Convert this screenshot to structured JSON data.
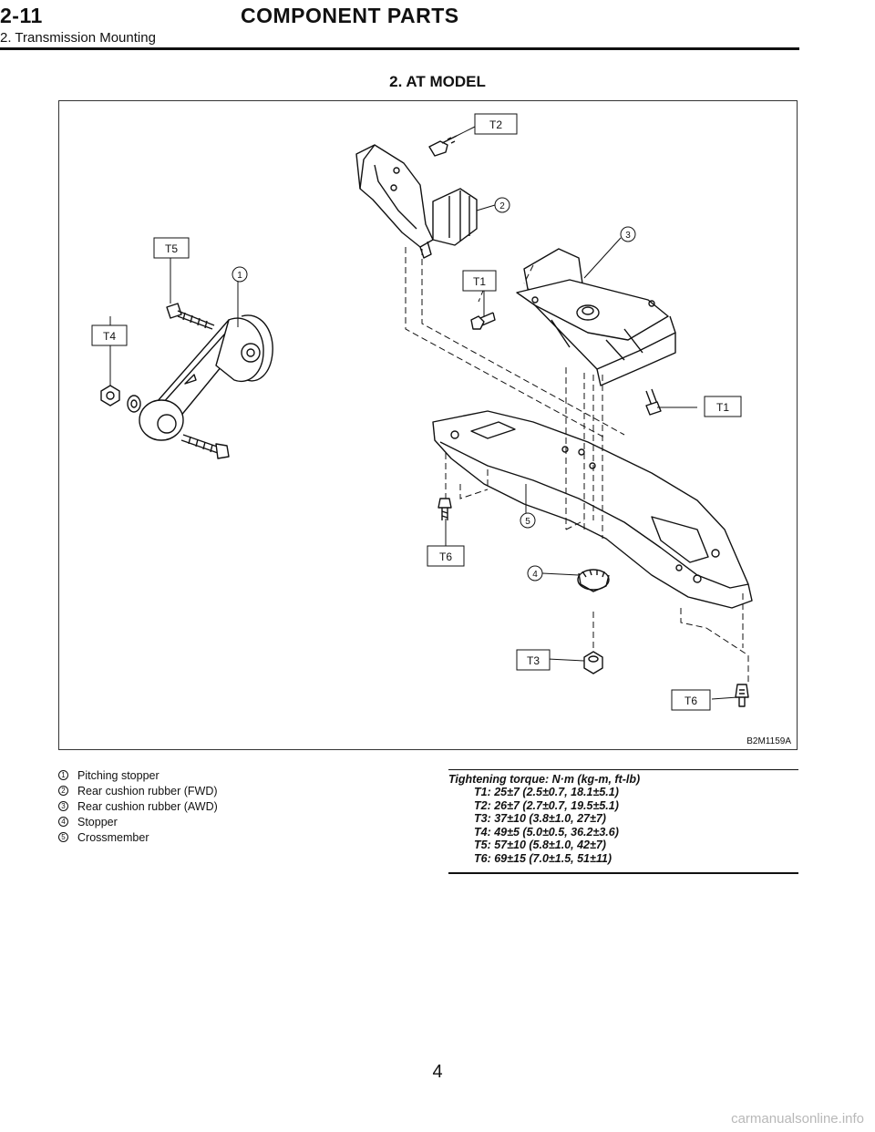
{
  "header": {
    "page_code": "2-11",
    "section_title": "COMPONENT PARTS",
    "subsection": "2. Transmission Mounting"
  },
  "model_title": "2. AT MODEL",
  "figure": {
    "code": "B2M1159A",
    "labels": {
      "t1a": "T1",
      "t1b": "T1",
      "t2": "T2",
      "t3": "T3",
      "t4": "T4",
      "t5": "T5",
      "t6a": "T6",
      "t6b": "T6",
      "n1": "1",
      "n2": "2",
      "n3": "3",
      "n4": "4",
      "n5": "5"
    }
  },
  "legend": [
    {
      "num": "1",
      "text": "Pitching stopper"
    },
    {
      "num": "2",
      "text": "Rear cushion rubber (FWD)"
    },
    {
      "num": "3",
      "text": "Rear cushion rubber (AWD)"
    },
    {
      "num": "4",
      "text": "Stopper"
    },
    {
      "num": "5",
      "text": "Crossmember"
    }
  ],
  "torque": {
    "heading": "Tightening torque: N·m (kg-m, ft-lb)",
    "lines": [
      "T1: 25±7 (2.5±0.7, 18.1±5.1)",
      "T2: 26±7 (2.7±0.7, 19.5±5.1)",
      "T3: 37±10 (3.8±1.0, 27±7)",
      "T4: 49±5 (5.0±0.5, 36.2±3.6)",
      "T5: 57±10 (5.8±1.0, 42±7)",
      "T6: 69±15 (7.0±1.5, 51±11)"
    ]
  },
  "page_number": "4",
  "watermark": "carmanualsonline.info"
}
